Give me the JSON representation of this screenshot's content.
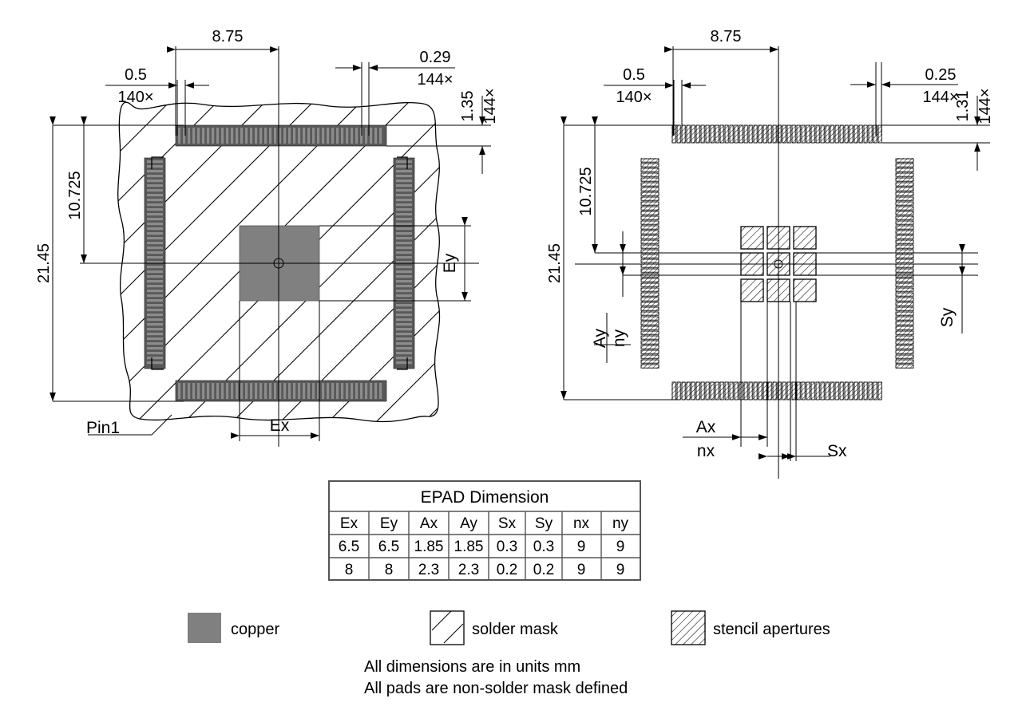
{
  "title": "PCB Land Pattern and Stencil Aperture Drawing",
  "left_view": {
    "name": "copper-land-pattern-view",
    "dimensions": {
      "pitch": {
        "value": "0.5",
        "count": "140×"
      },
      "span_x": "8.75",
      "pad_width": {
        "value": "0.29",
        "count": "144×"
      },
      "pad_length": {
        "value": "1.35",
        "count": "144×"
      },
      "body_height": "21.45",
      "half_height": "10.725"
    },
    "labels": {
      "pin1": "Pin1",
      "epad_x": "Ex",
      "epad_y": "Ey"
    }
  },
  "right_view": {
    "name": "stencil-aperture-view",
    "dimensions": {
      "pitch": {
        "value": "0.5",
        "count": "140×"
      },
      "span_x": "8.75",
      "aperture_width": {
        "value": "0.25",
        "count": "144×"
      },
      "aperture_length": {
        "value": "1.31",
        "count": "144×"
      },
      "body_height": "21.45",
      "half_height": "10.725"
    },
    "labels": {
      "aperture_x": "Ax",
      "count_x": "nx",
      "aperture_y": "Ay",
      "count_y": "ny",
      "spacing_x": "Sx",
      "spacing_y": "Sy"
    }
  },
  "table": {
    "title": "EPAD Dimension",
    "columns": [
      "Ex",
      "Ey",
      "Ax",
      "Ay",
      "Sx",
      "Sy",
      "nx",
      "ny"
    ],
    "rows": [
      [
        "6.5",
        "6.5",
        "1.85",
        "1.85",
        "0.3",
        "0.3",
        "9",
        "9"
      ],
      [
        "8",
        "8",
        "2.3",
        "2.3",
        "0.2",
        "0.2",
        "9",
        "9"
      ]
    ]
  },
  "legend": {
    "items": [
      {
        "key": "copper",
        "label": "copper",
        "swatch": "solid-gray",
        "color": "#808080"
      },
      {
        "key": "solder-mask",
        "label": "solder mask",
        "swatch": "diagonal-hatch-sparse"
      },
      {
        "key": "stencil-apertures",
        "label": "stencil apertures",
        "swatch": "diagonal-hatch-dense"
      }
    ]
  },
  "notes": [
    "All dimensions are in units mm",
    "All pads are non-solder mask defined"
  ]
}
